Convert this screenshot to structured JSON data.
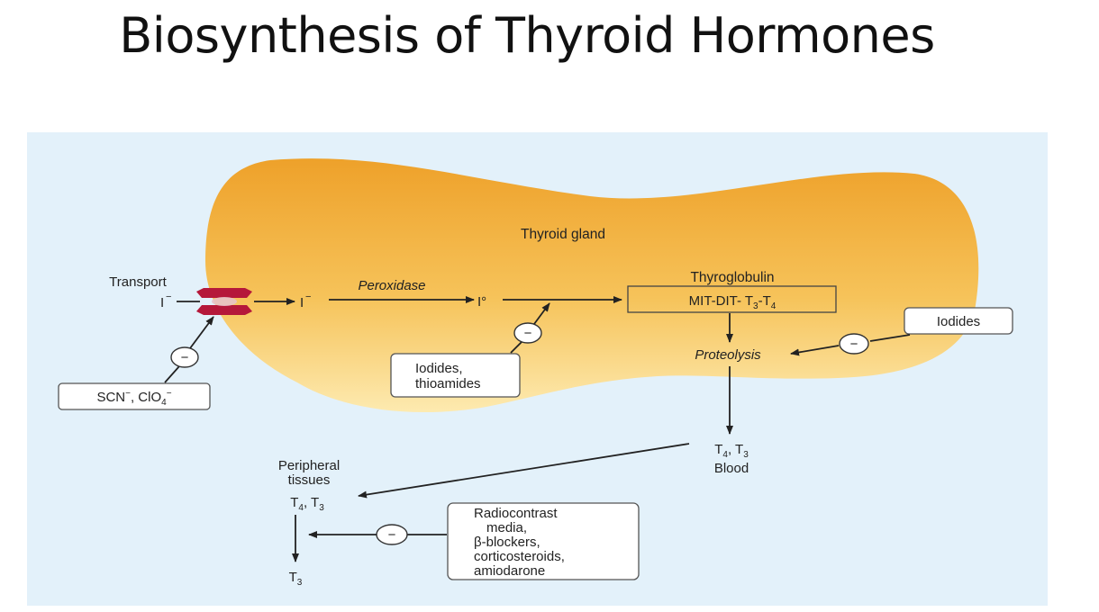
{
  "slide": {
    "title": "Biosynthesis of Thyroid Hormones"
  },
  "diagram": {
    "gland_label": "Thyroid gland",
    "transport_label": "Transport",
    "iodide_outside": "I",
    "iodide_inside": "I",
    "peroxidase_label": "Peroxidase",
    "iodine_label": "I°",
    "thyroglobulin_label": "Thyroglobulin",
    "thyroglobulin_box": {
      "prefix": "MIT-DIT- T",
      "sub1": "3",
      "mid": "-T",
      "sub2": "4"
    },
    "proteolysis_label": "Proteolysis",
    "blood_hormones": {
      "t": "T",
      "sub1": "4",
      "sep": ", T",
      "sub2": "3"
    },
    "blood_label": "Blood",
    "peripheral_label_line1": "Peripheral",
    "peripheral_label_line2": "tissues",
    "peripheral_hormones": {
      "t": "T",
      "sub1": "4",
      "sep": ", T",
      "sub2": "3"
    },
    "peripheral_product": {
      "t": "T",
      "sub": "3"
    },
    "inhibitor_symbol": "−",
    "boxes": {
      "transport_inhibitors": {
        "prefix": "SCN",
        "sup1": "−",
        "mid": ", ClO",
        "sub": "4",
        "sup2": "−"
      },
      "peroxidase_inhibitors": [
        "Iodides,",
        "thioamides"
      ],
      "proteolysis_inhibitors": [
        "Iodides"
      ],
      "deiodinase_inhibitors": [
        "Radiocontrast",
        "media,",
        "β-blockers,",
        "corticosteroids,",
        "amiodarone"
      ]
    }
  },
  "colors": {
    "panel_bg": "#e3f1fa",
    "gland_top": "#eea12a",
    "gland_bottom": "#fce7a8",
    "transporter": "#b5183a"
  }
}
